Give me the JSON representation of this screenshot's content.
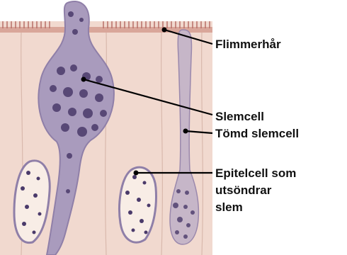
{
  "labels": {
    "cilia": "Flimmerhår",
    "goblet_cell": "Slemcell",
    "emptied_goblet_cell": "Tömd slemcell",
    "secretory_cell_line1": "Epitelcell som",
    "secretory_cell_line2": "utsöndrar",
    "secretory_cell_line3": "slem"
  },
  "colors": {
    "tissue": "#f1d9cf",
    "cilia": "#c0807a",
    "cell_wall": "#c6b6c8",
    "cytoplasm": "#a99bbd",
    "granule": "#4a3a6a",
    "vacuole": "#f8ede6",
    "leader": "#000000",
    "text": "#111111"
  }
}
